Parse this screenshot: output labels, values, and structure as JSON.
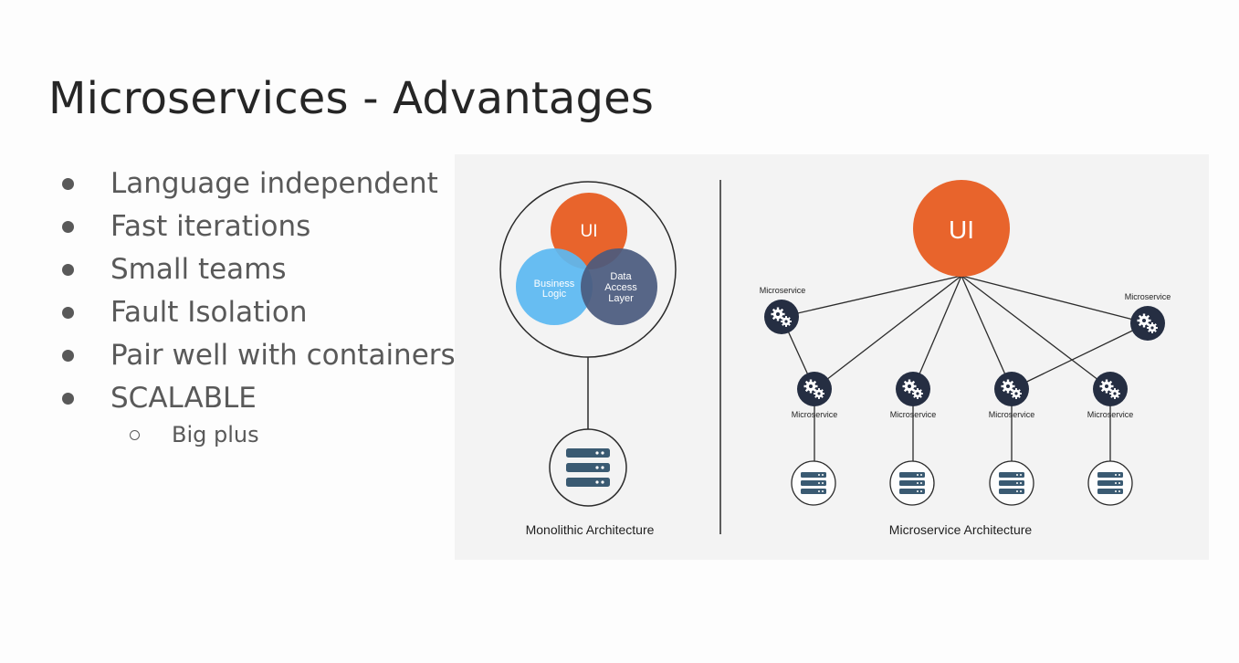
{
  "slide": {
    "title": "Microservices - Advantages",
    "bullets": [
      "Language independent",
      "Fast iterations",
      "Small teams",
      "Fault Isolation",
      "Pair well with containers",
      "SCALABLE"
    ],
    "sub_bullet": "Big plus"
  },
  "diagram": {
    "monolith": {
      "ui_label": "UI",
      "logic_label_line1": "Business",
      "logic_label_line2": "Logic",
      "data_label_line1": "Data",
      "data_label_line2": "Access",
      "data_label_line3": "Layer",
      "caption": "Monolithic Architecture"
    },
    "microservices": {
      "ui_label": "UI",
      "service_label": "Microservice",
      "caption": "Microservice Architecture"
    },
    "colors": {
      "ui_orange": "#e8642c",
      "logic_blue": "#5bb9f2",
      "data_slate": "#4a5a7e",
      "node_navy": "#252e42",
      "db_icon": "#3a5a72"
    },
    "icons": [
      "gears-icon",
      "server-db-icon"
    ]
  }
}
